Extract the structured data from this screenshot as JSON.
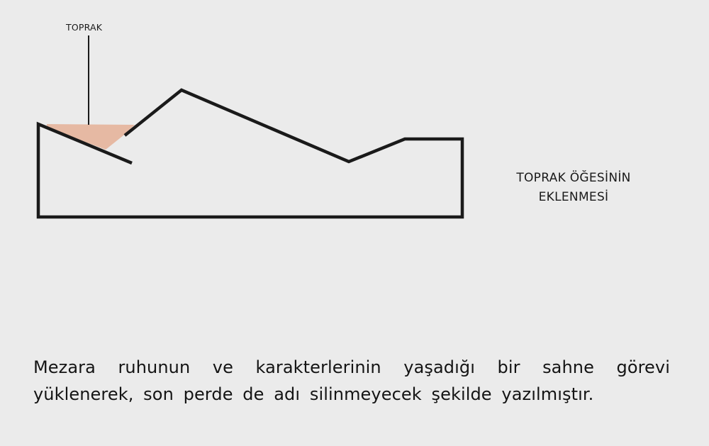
{
  "diagram": {
    "soil_label": "TOPRAK",
    "caption_lines": [
      "TOPRAK ÖĞESİNİN",
      "EKLENMESİ"
    ],
    "colors": {
      "background": "#ebebeb",
      "line": "#1a1a1a",
      "soil_fill": "#e6b9a3"
    }
  },
  "description": "Mezara ruhunun ve karakterlerinin yaşadığı bir sahne görevi yüklenerek, son perde de adı silinmeyecek şekilde yazılmıştır."
}
